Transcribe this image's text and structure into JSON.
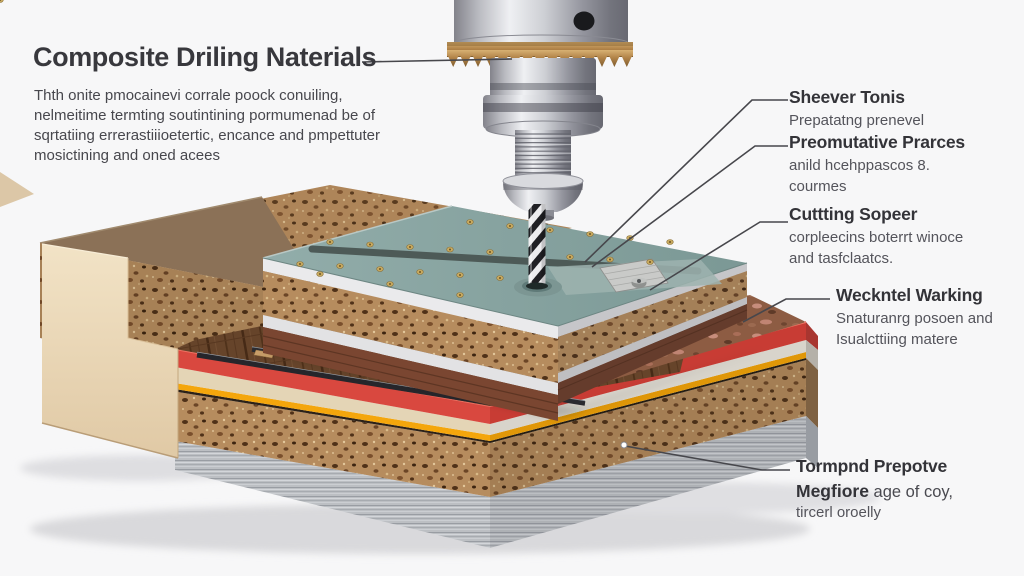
{
  "header": {
    "title": "Composite Driling Naterials",
    "description_lines": [
      "Thth onite pmocainevi corrale poock conuiling,",
      "nelmeitime termting soutintining pormumenad be of",
      "sqrtatiing errerastiiioetertic, encance and pmpettuter",
      "mosictining and oned acees"
    ]
  },
  "callouts": [
    {
      "title": "Sheever Tonis",
      "lines": [
        "Prepatatng prenevel"
      ]
    },
    {
      "title": "Preomutative Prarces",
      "lines": [
        "anild hcehppascos 8.",
        "courmes"
      ]
    },
    {
      "title": "Cuttting Sopeer",
      "lines": [
        "corpleecins boterrt winoce",
        "and tasfclaatcs."
      ]
    },
    {
      "title": "Weckntel Warking",
      "lines": [
        "Snaturanrg posoen and",
        "Isualcttiing matere"
      ]
    },
    {
      "title": "Tormpnd Prepotve",
      "line2_bold": "Megfiore",
      "line2_rest": " age of coy,",
      "lines": [
        "tircerl oroelly"
      ]
    }
  ],
  "illustration": {
    "subject": "cutaway of layered composite board being drilled by CNC spindle",
    "colors": {
      "background": "#f7f7f8",
      "title_text": "#38383d",
      "body_text": "#47474d",
      "leader_line": "#47474c",
      "teal_laminate": "#87a3a0",
      "particle_board": "#b3885a",
      "red_layer": "#d9483f",
      "yellow_layer": "#f4a60c",
      "cream_layer": "#e4d5b6",
      "gray_laminate": "#bcbfc3",
      "wood_slats": "#6f4a2f",
      "cork_layer": "#8d5c43",
      "side_block": "#ead7b8",
      "top_laminate_brown": "#8b7157",
      "gear_bronze": "#b28449",
      "metal": "#c9cacf",
      "screw_gold": "#c9ab60"
    }
  }
}
